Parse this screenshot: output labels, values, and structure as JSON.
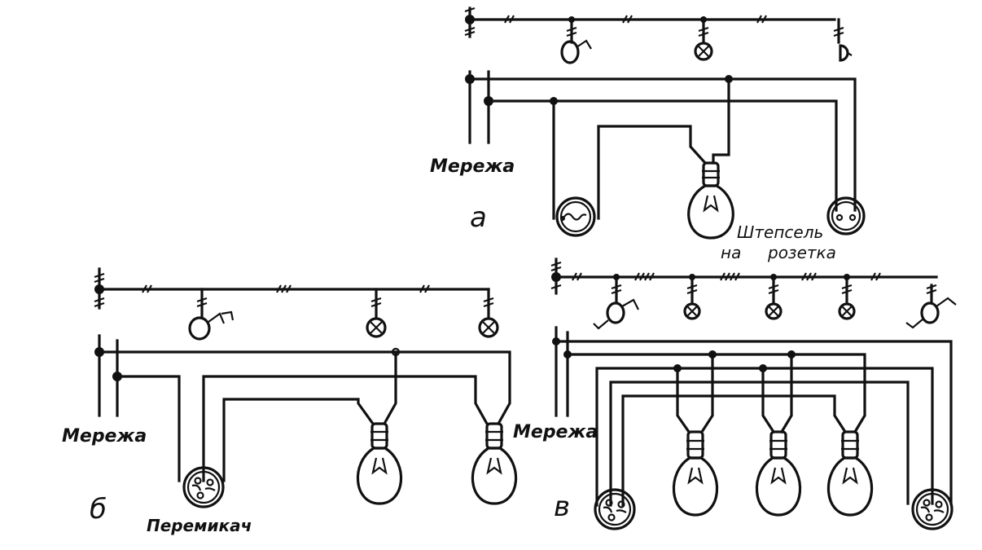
{
  "diagram": {
    "panel_a": {
      "letter": "а",
      "network_label": "Мережа",
      "socket_label_line1": "Штепсель",
      "socket_label_line2_left": "на",
      "socket_label_line2_right": "розетка"
    },
    "panel_b": {
      "letter": "б",
      "network_label": "Мережа",
      "switch_label": "Перемикач"
    },
    "panel_c": {
      "letter": "в",
      "network_label": "Мережа"
    }
  }
}
